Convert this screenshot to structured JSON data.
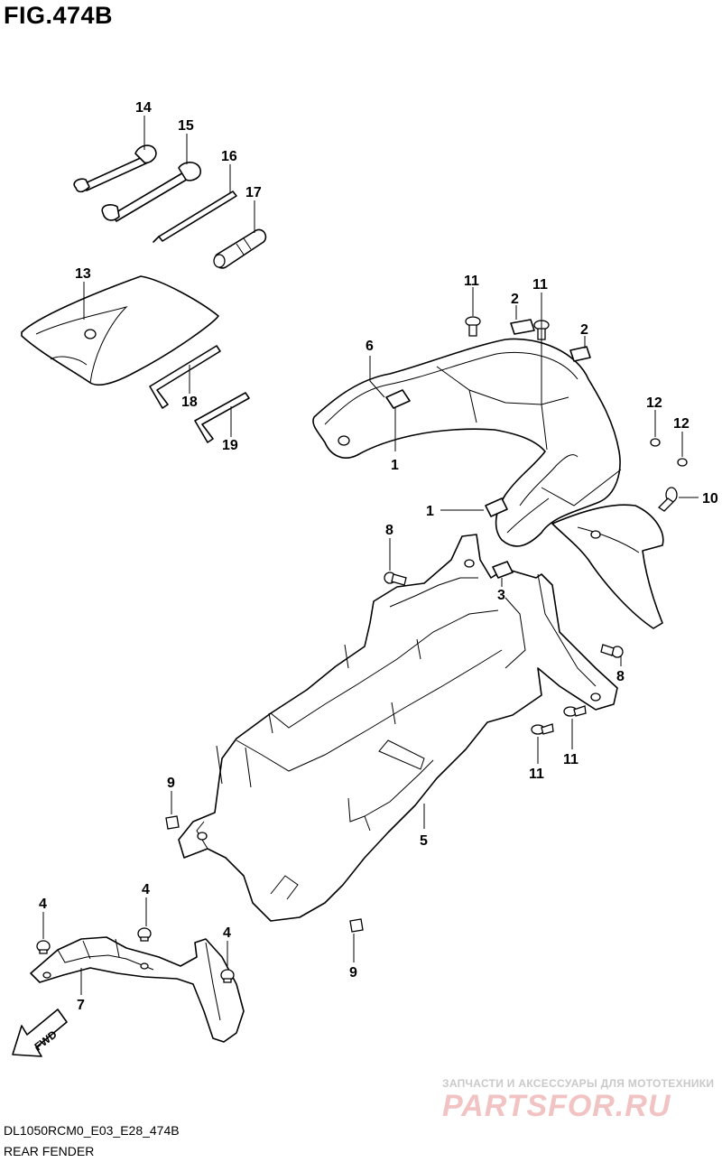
{
  "figure": {
    "title": "FIG.474B",
    "code": "DL1050RCM0_E03_E28_474B",
    "caption": "REAR FENDER",
    "fwd_label": "FWD"
  },
  "callouts": {
    "c1a": "1",
    "c1b": "1",
    "c2a": "2",
    "c2b": "2",
    "c3": "3",
    "c4a": "4",
    "c4b": "4",
    "c4c": "4",
    "c5": "5",
    "c6": "6",
    "c7": "7",
    "c8a": "8",
    "c8b": "8",
    "c9a": "9",
    "c9b": "9",
    "c10": "10",
    "c11a": "11",
    "c11b": "11",
    "c11c": "11",
    "c11d": "11",
    "c12a": "12",
    "c12b": "12",
    "c13": "13",
    "c14": "14",
    "c15": "15",
    "c16": "16",
    "c17": "17",
    "c18": "18",
    "c19": "19"
  },
  "watermark": {
    "tagline": "ЗАПЧАСТИ И АКСЕССУАРЫ ДЛЯ МОТОТЕХНИКИ",
    "logo": "PARTSFOR.RU"
  }
}
